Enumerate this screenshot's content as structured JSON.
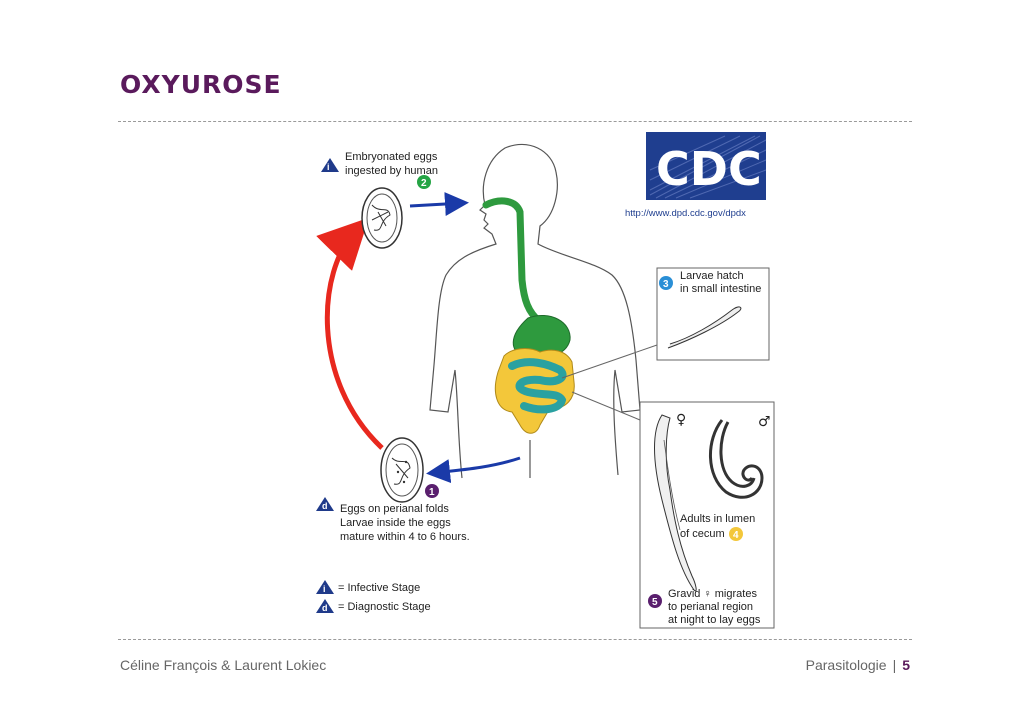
{
  "slide": {
    "title": "OXYUROSE"
  },
  "diagram": {
    "steps": [
      {
        "num": "1",
        "marker": "d",
        "lines": [
          "Eggs on perianal folds",
          "Larvae inside the eggs",
          "mature within 4 to 6 hours."
        ]
      },
      {
        "num": "2",
        "marker": "i",
        "lines": [
          "Embryonated eggs",
          "ingested by human"
        ]
      },
      {
        "num": "3",
        "lines": [
          "Larvae hatch",
          "in small intestine"
        ]
      },
      {
        "num": "4",
        "lines": [
          "Adults in lumen",
          "of cecum"
        ]
      },
      {
        "num": "5",
        "lines": [
          "Gravid ♀ migrates",
          "to perianal region",
          "at night to lay eggs"
        ]
      }
    ],
    "female_symbol": "♀",
    "male_symbol": "♂",
    "legend": {
      "infective": {
        "marker": "i",
        "text": "= Infective Stage"
      },
      "diagnostic": {
        "marker": "d",
        "text": "= Diagnostic Stage"
      }
    },
    "cdc": {
      "logo_text": "CDC",
      "url": "http://www.dpd.cdc.gov/dpdx"
    },
    "colors": {
      "arrow_red": "#e8281e",
      "arrow_blue": "#1a3aa8",
      "esophagus_green": "#2e9a3e",
      "small_intestine_teal": "#2aa1a1",
      "large_intestine_yellow": "#f3c73a",
      "marker_navy": "#1f3a8a",
      "step_green": "#25a445",
      "step_blue": "#2a8fd6",
      "step_yellow": "#f3c73a",
      "step_purple": "#5a1f6e",
      "cdc_blue": "#1f3e8f"
    }
  },
  "footer": {
    "authors": "Céline François &  Laurent Lokiec",
    "course": "Parasitologie",
    "separator": "|",
    "page": "5"
  }
}
